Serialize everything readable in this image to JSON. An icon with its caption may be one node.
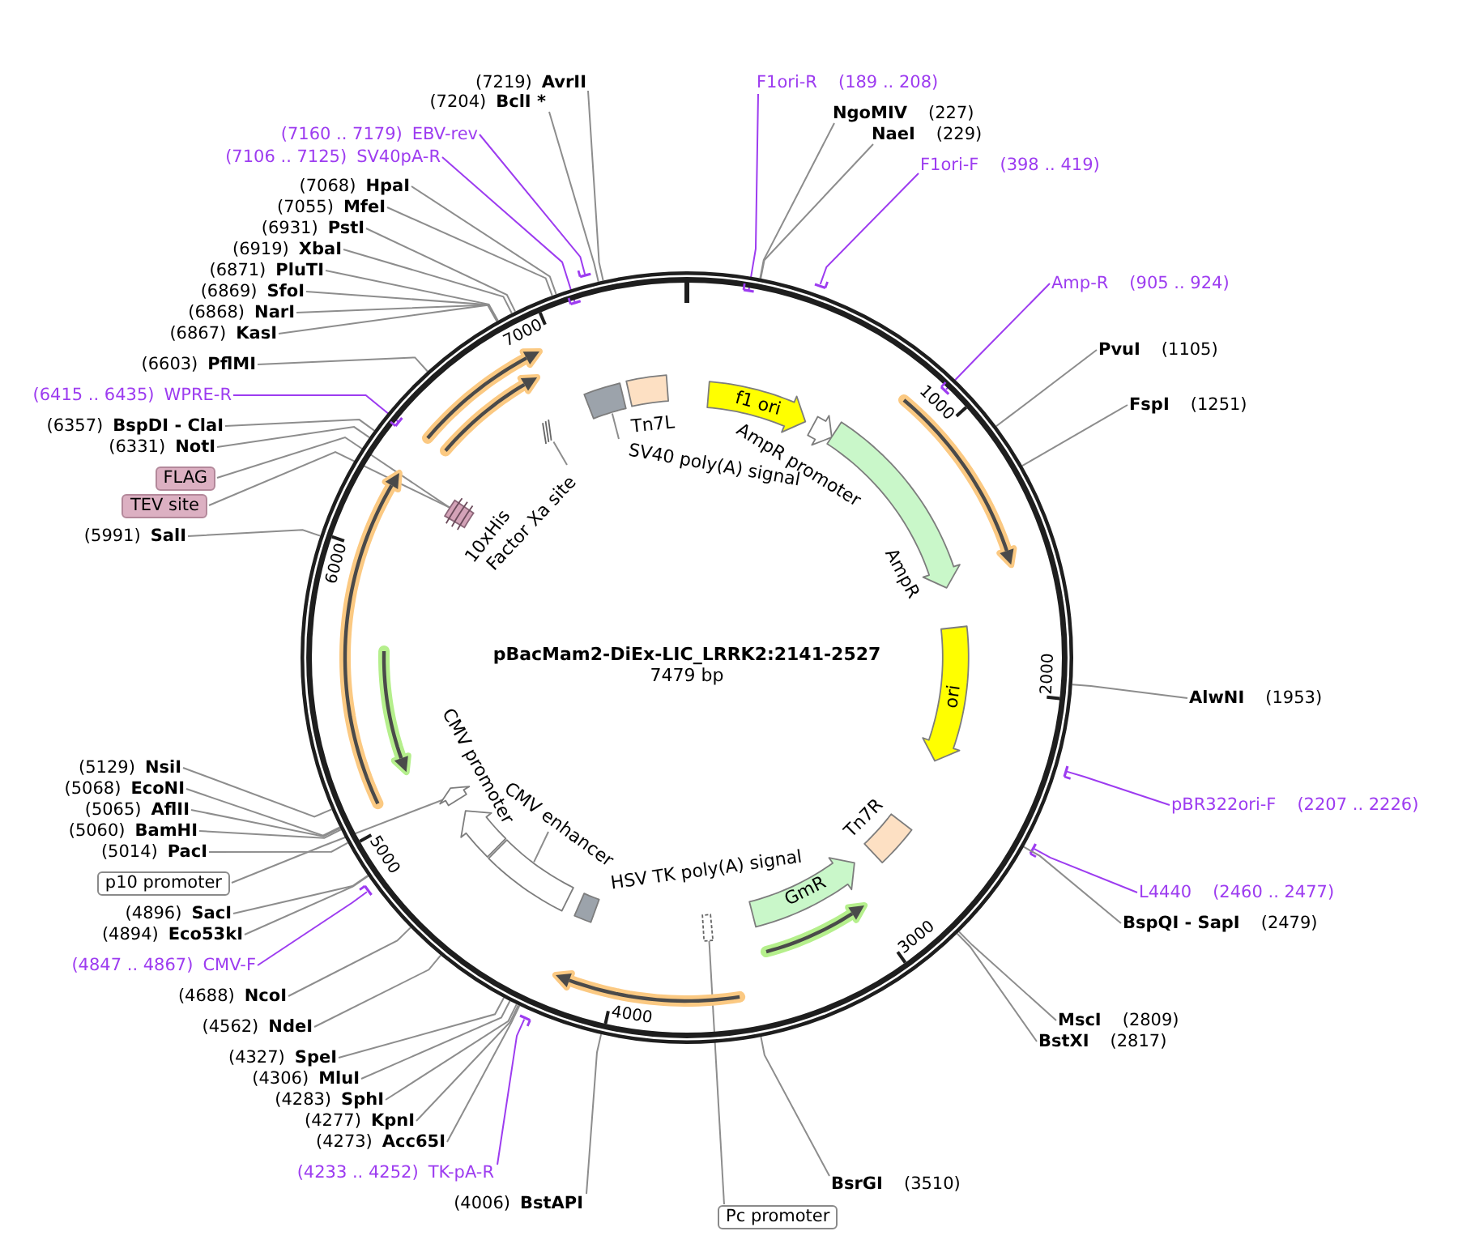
{
  "diagram": {
    "nodes": [
      {
        "text": [
          "pBacMam2-DiEx-LIC_LRRK2:2141-2527",
          "7479 bp"
        ]
      },
      {
        "text": [
          "f1 ori"
        ],
        "in": 0
      },
      {
        "text": [],
        "shape": "arrow",
        "beside": [
          "AmpR promoter"
        ],
        "in": 0
      },
      {
        "text": [],
        "shape": "arrow",
        "beside": [
          "AmpR"
        ],
        "in": 0
      },
      {
        "text": [],
        "shape": "arrow",
        "in": 0
      },
      {
        "text": [
          "ori"
        ],
        "in": 0
      },
      {
        "text": [],
        "shape": "box",
        "beside": [
          "Tn7R"
        ],
        "in": 0
      },
      {
        "text": [
          "GmR"
        ],
        "in": 0
      },
      {
        "text": [],
        "shape": "arrow",
        "in": 0
      },
      {
        "text": [],
        "shape": "box",
        "in": 0
      },
      {
        "text": [],
        "shape": "arrow",
        "in": 0
      },
      {
        "text": [],
        "shape": "box",
        "in": 0
      },
      {
        "text": [],
        "shape": "box",
        "in": 0
      },
      {
        "text": [
          "CMV enhancer"
        ],
        "in": 0
      },
      {
        "text": [],
        "shape": "arrow",
        "beside": [
          "CMV promoter"
        ],
        "in": 0
      },
      {
        "text": [],
        "shape": "arrow",
        "in": 0
      },
      {
        "text": [],
        "shape": "arrow",
        "in": 0
      },
      {
        "text": [],
        "shape": "arrow",
        "in": 0
      },
      {
        "text": [],
        "shape": "box",
        "beside": [
          "10xHis"
        ],
        "in": 0
      },
      {
        "text": [],
        "shape": "arrow",
        "in": 0
      },
      {
        "text": [],
        "shape": "arrow",
        "in": 0
      },
      {
        "text": [],
        "shape": "lines",
        "in": 0
      },
      {
        "text": [
          "Factor Xa site"
        ],
        "in": 0
      },
      {
        "text": [],
        "shape": "box",
        "in": 0
      },
      {
        "text": [
          "SV40 poly(A) signal"
        ],
        "in": 0
      },
      {
        "text": [],
        "shape": "box",
        "beside": [
          "Tn7L"
        ],
        "in": 0
      },
      {
        "text": [
          "F1ori-R",
          "(189 .. 208)"
        ]
      },
      {
        "text": [],
        "shape": "bar",
        "in": 0
      },
      {
        "text": [
          "NgoMIV",
          "(227)"
        ]
      },
      {
        "text": [
          "NaeI",
          "(229)"
        ]
      },
      {
        "text": [
          "F1ori-F",
          "(398 .. 419)"
        ]
      },
      {
        "text": [],
        "shape": "bar"
      },
      {
        "text": [
          "Amp-R",
          "(905 .. 924)"
        ]
      },
      {
        "text": [],
        "shape": "bar",
        "in": 0
      },
      {
        "text": [
          "PvuI",
          "(1105)"
        ]
      },
      {
        "text": [
          "FspI",
          "(1251)"
        ]
      },
      {
        "text": [
          "AlwNI",
          "(1953)"
        ]
      },
      {
        "text": [
          "pBR322ori-F",
          "(2207 .. 2226)"
        ]
      },
      {
        "text": [],
        "shape": "bar"
      },
      {
        "text": [
          "L4440",
          "(2460 .. 2477)"
        ]
      },
      {
        "text": [],
        "shape": "bar"
      },
      {
        "text": [
          "BspQI - SapI",
          "(2479)"
        ]
      },
      {
        "text": [
          "MscI",
          "(2809)"
        ]
      },
      {
        "text": [
          "BstXI",
          "(2817)"
        ]
      },
      {
        "text": [
          "BsrGI",
          "(3510)"
        ]
      },
      {
        "text": [
          "Pc promoter"
        ]
      },
      {
        "text": [
          "(4006)",
          "BstAPI"
        ]
      },
      {
        "text": [
          "(4233 .. 4252)",
          "TK-pA-R"
        ]
      },
      {
        "text": [],
        "shape": "bar"
      },
      {
        "text": [
          "(4273)",
          "Acc65I"
        ]
      },
      {
        "text": [
          "(4277)",
          "KpnI"
        ]
      },
      {
        "text": [
          "(4283)",
          "SphI"
        ]
      },
      {
        "text": [
          "(4306)",
          "MluI"
        ]
      },
      {
        "text": [
          "(4327)",
          "SpeI"
        ]
      },
      {
        "text": [
          "(4562)",
          "NdeI"
        ]
      },
      {
        "text": [
          "(4688)",
          "NcoI"
        ]
      },
      {
        "text": [
          "(4847 .. 4867)",
          "CMV-F"
        ]
      },
      {
        "text": [],
        "shape": "bar"
      },
      {
        "text": [
          "(4894)",
          "Eco53kI"
        ]
      },
      {
        "text": [
          "(4896)",
          "SacI"
        ]
      },
      {
        "text": [
          "p10 promoter"
        ]
      },
      {
        "text": [
          "(5014)",
          "PacI"
        ]
      },
      {
        "text": [
          "(5060)",
          "BamHI"
        ]
      },
      {
        "text": [
          "(5065)",
          "AflII"
        ]
      },
      {
        "text": [
          "(5068)",
          "EcoNI"
        ]
      },
      {
        "text": [
          "(5129)",
          "NsiI"
        ]
      },
      {
        "text": [
          "(5991)",
          "SalI"
        ]
      },
      {
        "text": [
          "TEV site"
        ]
      },
      {
        "text": [
          "FLAG"
        ]
      },
      {
        "text": [
          "(6331)",
          "NotI"
        ]
      },
      {
        "text": [
          "(6357)",
          "BspDI - ClaI"
        ]
      },
      {
        "text": [
          "(6415 .. 6435)",
          "WPRE-R"
        ]
      },
      {
        "text": [],
        "shape": "bar",
        "in": 0
      },
      {
        "text": [
          "(6603)",
          "PflMI"
        ]
      },
      {
        "text": [
          "(6867)",
          "KasI"
        ]
      },
      {
        "text": [
          "(6868)",
          "NarI"
        ]
      },
      {
        "text": [
          "(6869)",
          "SfoI"
        ]
      },
      {
        "text": [
          "(6871)",
          "PluTI"
        ]
      },
      {
        "text": [
          "(6919)",
          "XbaI"
        ]
      },
      {
        "text": [
          "(6931)",
          "PstI"
        ]
      },
      {
        "text": [
          "(7055)",
          "MfeI"
        ]
      },
      {
        "text": [
          "(7068)",
          "HpaI"
        ]
      },
      {
        "text": [
          "(7106 .. 7125)",
          "SV40pA-R"
        ]
      },
      {
        "text": [],
        "shape": "bar",
        "in": 0
      },
      {
        "text": [
          "(7160 .. 7179)",
          "EBV-rev"
        ]
      },
      {
        "text": [],
        "shape": "bar"
      },
      {
        "text": [
          "(7204)",
          "BclI *"
        ]
      },
      {
        "text": [
          "(7219)",
          "AvrII"
        ]
      }
    ],
    "edges": [
      {
        "from": 13,
        "to": 12,
        "arrow": "none"
      },
      {
        "from": 22,
        "to": 21,
        "arrow": "none"
      },
      {
        "from": 24,
        "to": 23,
        "arrow": "none"
      },
      {
        "from": 26,
        "to": 27,
        "arrow": "none",
        "color": "#9d3cf0"
      },
      {
        "from": 28,
        "to": 0,
        "arrow": "none"
      },
      {
        "from": 29,
        "to": 0,
        "arrow": "none"
      },
      {
        "from": 30,
        "to": 31,
        "arrow": "none",
        "color": "#9d3cf0"
      },
      {
        "from": 32,
        "to": 33,
        "arrow": "none",
        "color": "#9d3cf0"
      },
      {
        "from": 34,
        "to": 0,
        "arrow": "none"
      },
      {
        "from": 35,
        "to": 0,
        "arrow": "none"
      },
      {
        "from": 36,
        "to": 0,
        "arrow": "none"
      },
      {
        "from": 37,
        "to": 38,
        "arrow": "none",
        "color": "#9d3cf0"
      },
      {
        "from": 39,
        "to": 40,
        "arrow": "none",
        "color": "#9d3cf0"
      },
      {
        "from": 41,
        "to": 0,
        "arrow": "none"
      },
      {
        "from": 42,
        "to": 0,
        "arrow": "none"
      },
      {
        "from": 43,
        "to": 0,
        "arrow": "none"
      },
      {
        "from": 44,
        "to": 0,
        "arrow": "none"
      },
      {
        "from": 45,
        "to": 9,
        "arrow": "none"
      },
      {
        "from": 46,
        "to": 0,
        "arrow": "none"
      },
      {
        "from": 47,
        "to": 48,
        "arrow": "none",
        "color": "#9d3cf0"
      },
      {
        "from": 49,
        "to": 0,
        "arrow": "none"
      },
      {
        "from": 50,
        "to": 0,
        "arrow": "none"
      },
      {
        "from": 51,
        "to": 0,
        "arrow": "none"
      },
      {
        "from": 52,
        "to": 0,
        "arrow": "none"
      },
      {
        "from": 53,
        "to": 0,
        "arrow": "none"
      },
      {
        "from": 54,
        "to": 0,
        "arrow": "none"
      },
      {
        "from": 55,
        "to": 0,
        "arrow": "none"
      },
      {
        "from": 56,
        "to": 57,
        "arrow": "none",
        "color": "#9d3cf0"
      },
      {
        "from": 58,
        "to": 0,
        "arrow": "none"
      },
      {
        "from": 59,
        "to": 0,
        "arrow": "none"
      },
      {
        "from": 60,
        "to": 15,
        "arrow": "none"
      },
      {
        "from": 61,
        "to": 0,
        "arrow": "none"
      },
      {
        "from": 62,
        "to": 0,
        "arrow": "none"
      },
      {
        "from": 63,
        "to": 0,
        "arrow": "none"
      },
      {
        "from": 64,
        "to": 0,
        "arrow": "none"
      },
      {
        "from": 65,
        "to": 0,
        "arrow": "none"
      },
      {
        "from": 66,
        "to": 0,
        "arrow": "none"
      },
      {
        "from": 67,
        "to": 18,
        "arrow": "none"
      },
      {
        "from": 68,
        "to": 18,
        "arrow": "none"
      },
      {
        "from": 69,
        "to": 0,
        "arrow": "none"
      },
      {
        "from": 70,
        "to": 0,
        "arrow": "none"
      },
      {
        "from": 71,
        "to": 72,
        "arrow": "none",
        "color": "#9d3cf0"
      },
      {
        "from": 73,
        "to": 0,
        "arrow": "none"
      },
      {
        "from": 74,
        "to": 0,
        "arrow": "none"
      },
      {
        "from": 75,
        "to": 0,
        "arrow": "none"
      },
      {
        "from": 76,
        "to": 0,
        "arrow": "none"
      },
      {
        "from": 77,
        "to": 0,
        "arrow": "none"
      },
      {
        "from": 78,
        "to": 0,
        "arrow": "none"
      },
      {
        "from": 79,
        "to": 0,
        "arrow": "none"
      },
      {
        "from": 80,
        "to": 0,
        "arrow": "none"
      },
      {
        "from": 81,
        "to": 0,
        "arrow": "none"
      },
      {
        "from": 82,
        "to": 83,
        "arrow": "none",
        "color": "#9d3cf0"
      },
      {
        "from": 84,
        "to": 85,
        "arrow": "none",
        "color": "#9d3cf0"
      },
      {
        "from": 86,
        "to": 0,
        "arrow": "none"
      },
      {
        "from": 87,
        "to": 0,
        "arrow": "none"
      }
    ],
    "labels": [
      "1000",
      "2000",
      "3000",
      "4000",
      "5000",
      "6000",
      "7000",
      "HSV TK poly(A) signal"
    ]
  }
}
